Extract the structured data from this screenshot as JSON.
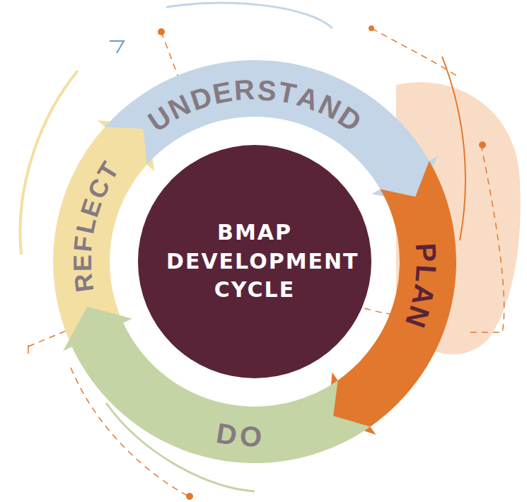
{
  "diagram": {
    "nodes": [
      {
        "text": [
          "BMAP DEVELOPMENT CYCLE"
        ]
      },
      {
        "text": [
          "UNDERSTAND"
        ]
      },
      {
        "text": [
          "PLAN"
        ]
      },
      {
        "text": [
          "DO"
        ]
      },
      {
        "text": [
          "REFLECT"
        ]
      }
    ]
  }
}
